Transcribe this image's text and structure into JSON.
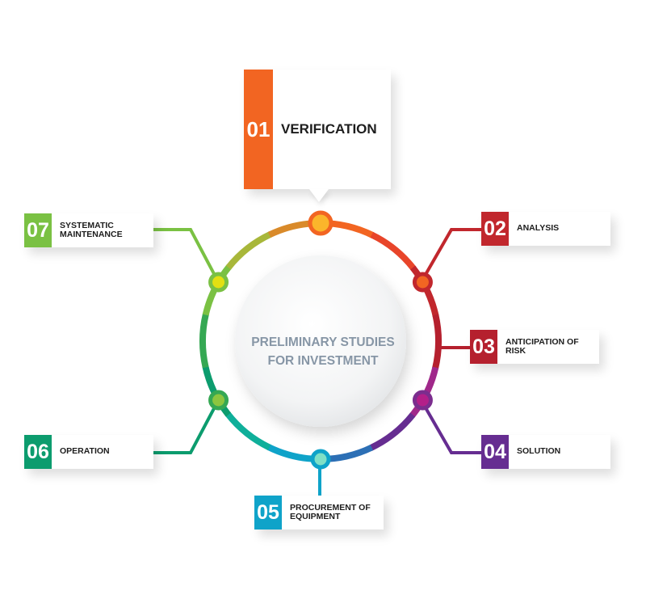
{
  "center": {
    "line1": "PRELIMINARY STUDIES",
    "line2": "FOR INVESTMENT"
  },
  "steps": [
    {
      "num": "01",
      "label": "VERIFICATION",
      "color": "#f26522"
    },
    {
      "num": "02",
      "label": "ANALYSIS",
      "color": "#c1272d"
    },
    {
      "num": "03",
      "label": "ANTICIPATION OF RISK",
      "color": "#b5202e"
    },
    {
      "num": "04",
      "label": "SOLUTION",
      "color": "#662d91"
    },
    {
      "num": "05",
      "label": "PROCUREMENT OF EQUIPMENT",
      "color": "#0fa3c9"
    },
    {
      "num": "06",
      "label": "OPERATION",
      "color": "#0c9c6e"
    },
    {
      "num": "07",
      "label": "SYSTEMATIC MAINTENANCE",
      "color": "#7ac143"
    }
  ],
  "nodes": [
    {
      "fill": "#fbb52b",
      "ring": "#f26522"
    },
    {
      "fill": "#f26522",
      "ring": "#c1272d"
    },
    {
      "fill": "#b31f89",
      "ring": "#7b2d8e"
    },
    {
      "fill": "#7fe0c6",
      "ring": "#0fa3c9"
    },
    {
      "fill": "#8cc63f",
      "ring": "#35a853"
    },
    {
      "fill": "#e3e012",
      "ring": "#7ac143"
    }
  ]
}
